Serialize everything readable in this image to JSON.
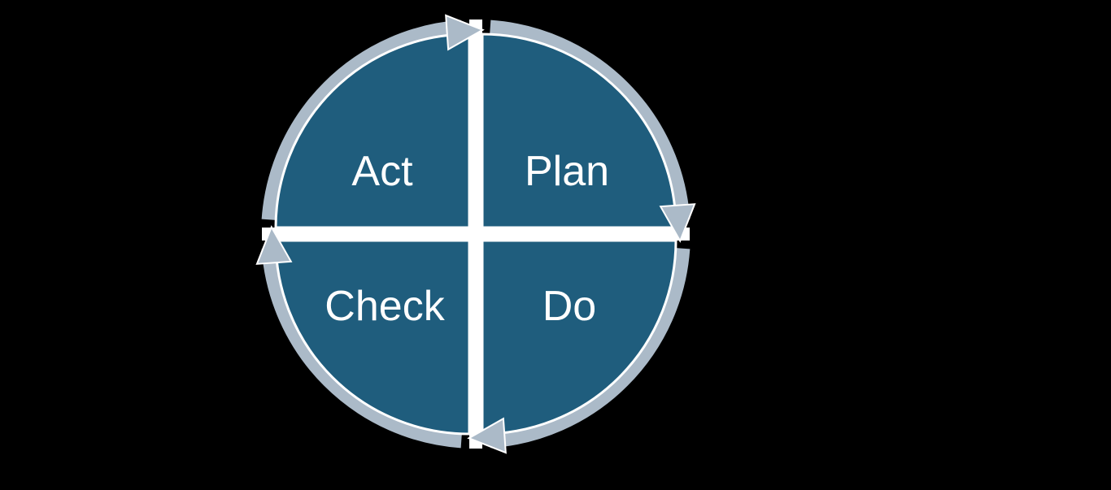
{
  "diagram": {
    "type": "cycle",
    "flow": "clockwise",
    "quadrants": [
      {
        "label": "Act",
        "position": "top-left"
      },
      {
        "label": "Plan",
        "position": "top-right"
      },
      {
        "label": "Check",
        "position": "bottom-left"
      },
      {
        "label": "Do",
        "position": "bottom-right"
      }
    ],
    "colors": {
      "quadrant": "#1F5D7D",
      "ring": "#ABBAC8",
      "gap": "#FFFFFF",
      "text": "#FFFFFF",
      "background": "#000000"
    }
  }
}
